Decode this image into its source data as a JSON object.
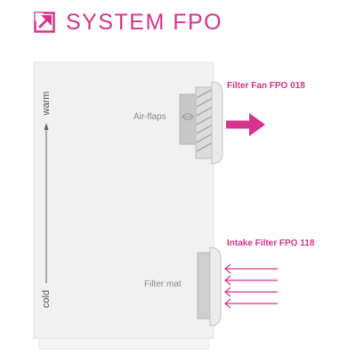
{
  "header": {
    "title": "SYSTEM FPO",
    "logo_icon": "arrow-up-right-box-icon"
  },
  "diagram": {
    "labels": {
      "warm": "warm",
      "cold": "cold",
      "air_flaps": "Air-flaps",
      "filter_fan": "Filter Fan FPO 018",
      "intake_filter": "Intake Filter FPO 118",
      "filter_mat": "Filter mat"
    },
    "colors": {
      "accent": "#d6338a",
      "cabinet": "#f1f1f1",
      "cabinet_border": "#e2e2e2",
      "component": "#cfcfcf",
      "text_gray": "#8a8a8a"
    }
  }
}
